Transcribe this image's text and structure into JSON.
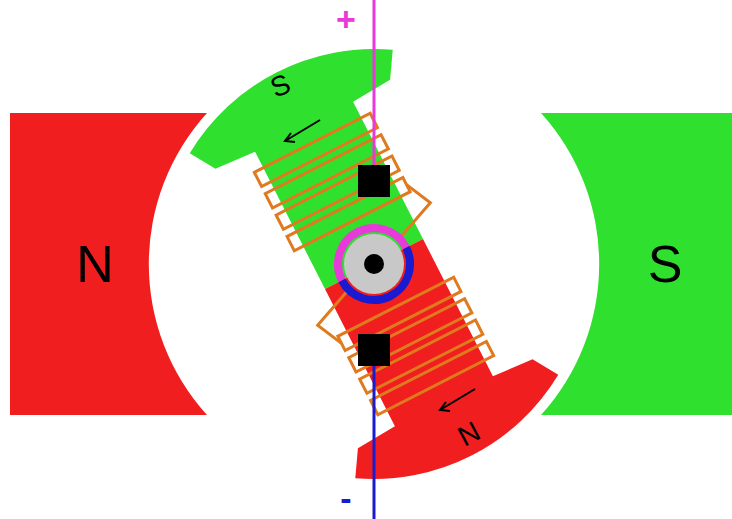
{
  "diagram": {
    "nodes": [
      {
        "text": [
          "S"
        ]
      },
      {
        "text": [
          "N"
        ]
      },
      {
        "text": [
          "S"
        ]
      },
      {
        "text": [
          "N"
        ]
      }
    ],
    "labels": [
      "+",
      "-"
    ]
  }
}
